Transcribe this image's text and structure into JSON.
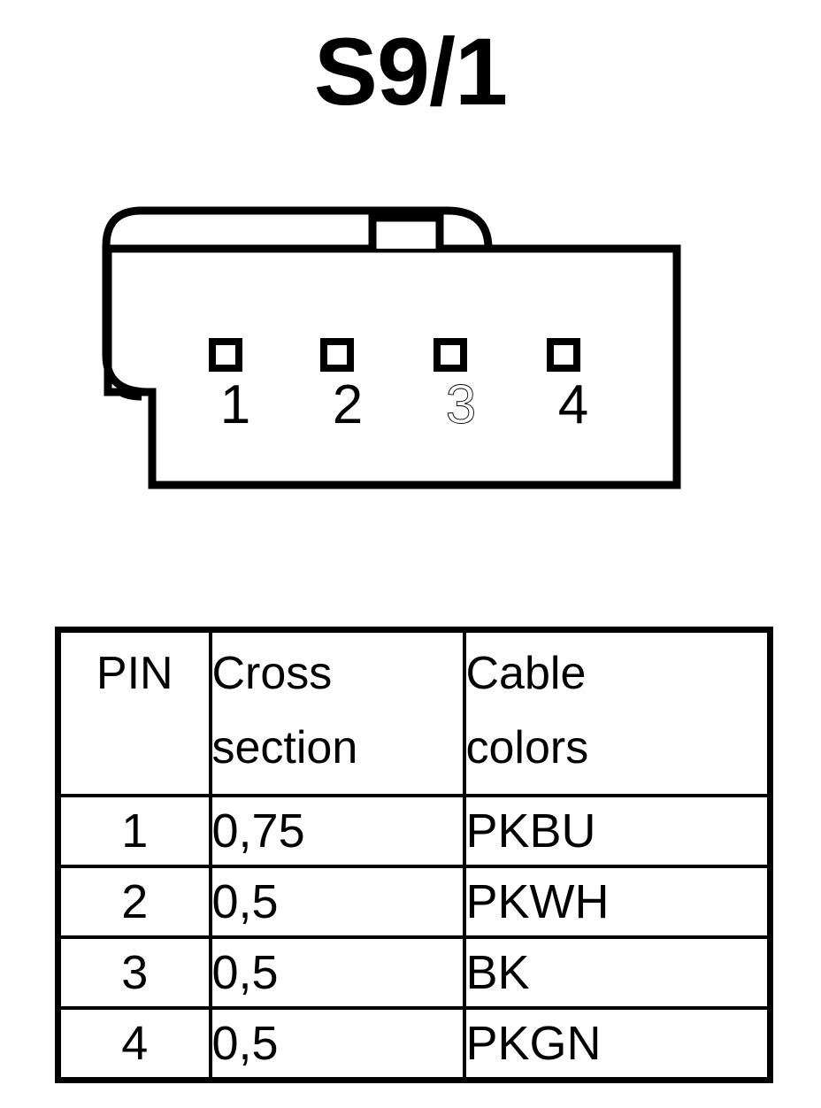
{
  "page": {
    "title": "S9/1",
    "background_color": "#ffffff",
    "line_color": "#000000"
  },
  "connector": {
    "name": "S9/1",
    "pin_count": 4,
    "orientation": "front view",
    "pins": [
      {
        "number": "1",
        "style": "solid"
      },
      {
        "number": "2",
        "style": "solid"
      },
      {
        "number": "3",
        "style": "outline"
      },
      {
        "number": "4",
        "style": "solid"
      }
    ]
  },
  "table": {
    "columns": [
      {
        "key": "pin",
        "label_lines": [
          "PIN"
        ]
      },
      {
        "key": "cross_section",
        "label_lines": [
          "Cross",
          "section"
        ]
      },
      {
        "key": "cable_colors",
        "label_lines": [
          "Cable",
          "colors"
        ]
      }
    ],
    "rows": [
      {
        "pin": "1",
        "cross_section": "0,75",
        "cable_colors": "PKBU"
      },
      {
        "pin": "2",
        "cross_section": "0,5",
        "cable_colors": "PKWH"
      },
      {
        "pin": "3",
        "cross_section": "0,5",
        "cable_colors": "BK"
      },
      {
        "pin": "4",
        "cross_section": "0,5",
        "cable_colors": "PKGN"
      }
    ]
  }
}
